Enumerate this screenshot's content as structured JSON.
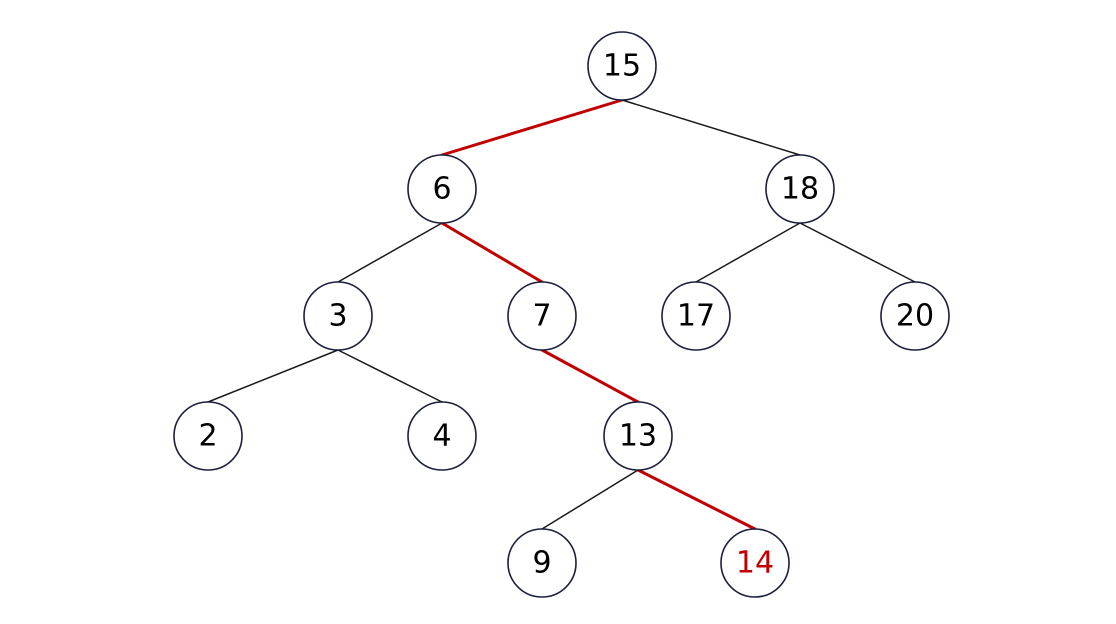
{
  "tree": {
    "nodes": [
      {
        "id": "n15",
        "label": "15",
        "highlight": false
      },
      {
        "id": "n6",
        "label": "6",
        "highlight": false
      },
      {
        "id": "n18",
        "label": "18",
        "highlight": false
      },
      {
        "id": "n3",
        "label": "3",
        "highlight": false
      },
      {
        "id": "n7",
        "label": "7",
        "highlight": false
      },
      {
        "id": "n17",
        "label": "17",
        "highlight": false
      },
      {
        "id": "n20",
        "label": "20",
        "highlight": false
      },
      {
        "id": "n2",
        "label": "2",
        "highlight": false
      },
      {
        "id": "n4",
        "label": "4",
        "highlight": false
      },
      {
        "id": "n13",
        "label": "13",
        "highlight": false
      },
      {
        "id": "n9",
        "label": "9",
        "highlight": false
      },
      {
        "id": "n14",
        "label": "14",
        "highlight": true
      }
    ],
    "edges": [
      {
        "from": "n15",
        "to": "n6",
        "highlight": true
      },
      {
        "from": "n15",
        "to": "n18",
        "highlight": false
      },
      {
        "from": "n6",
        "to": "n3",
        "highlight": false
      },
      {
        "from": "n6",
        "to": "n7",
        "highlight": true
      },
      {
        "from": "n18",
        "to": "n17",
        "highlight": false
      },
      {
        "from": "n18",
        "to": "n20",
        "highlight": false
      },
      {
        "from": "n3",
        "to": "n2",
        "highlight": false
      },
      {
        "from": "n3",
        "to": "n4",
        "highlight": false
      },
      {
        "from": "n7",
        "to": "n13",
        "highlight": true
      },
      {
        "from": "n13",
        "to": "n9",
        "highlight": false
      },
      {
        "from": "n13",
        "to": "n14",
        "highlight": true
      }
    ],
    "colors": {
      "highlight": "#c00000",
      "node_stroke": "#1b1f3b",
      "edge": "#1a1a1a",
      "text": "#000000"
    }
  }
}
